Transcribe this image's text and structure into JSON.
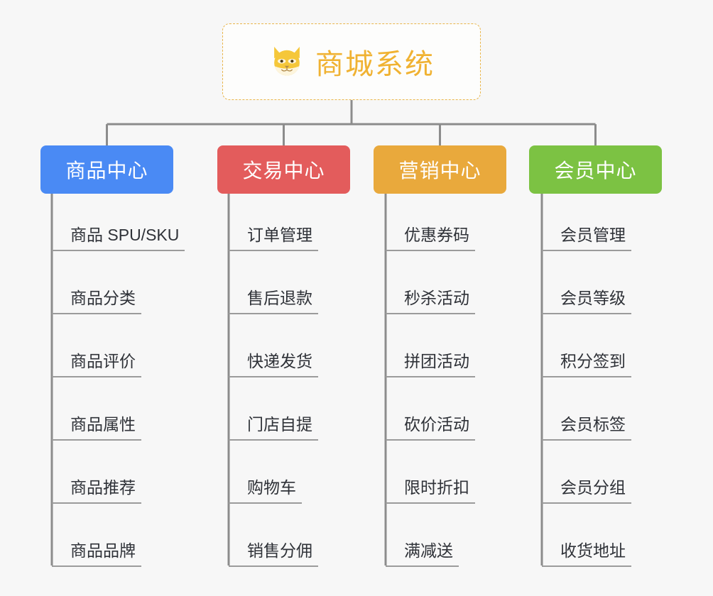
{
  "background_color": "#f7f7f7",
  "root": {
    "icon": "shiba-dog-face-icon",
    "title": "商城系统",
    "text_color": "#f0b232",
    "border_color": "#e9b54a"
  },
  "categories": [
    {
      "label": "商品中心",
      "color": "#4a8af4",
      "items": [
        "商品 SPU/SKU",
        "商品分类",
        "商品评价",
        "商品属性",
        "商品推荐",
        "商品品牌"
      ]
    },
    {
      "label": "交易中心",
      "color": "#e35c5c",
      "items": [
        "订单管理",
        "售后退款",
        "快递发货",
        "门店自提",
        "购物车",
        "销售分佣"
      ]
    },
    {
      "label": "营销中心",
      "color": "#e9a93c",
      "items": [
        "优惠券码",
        "秒杀活动",
        "拼团活动",
        "砍价活动",
        "限时折扣",
        "满减送"
      ]
    },
    {
      "label": "会员中心",
      "color": "#7cc243",
      "items": [
        "会员管理",
        "会员等级",
        "积分签到",
        "会员标签",
        "会员分组",
        "收货地址"
      ]
    }
  ],
  "connector_color": "#8c8c8c"
}
